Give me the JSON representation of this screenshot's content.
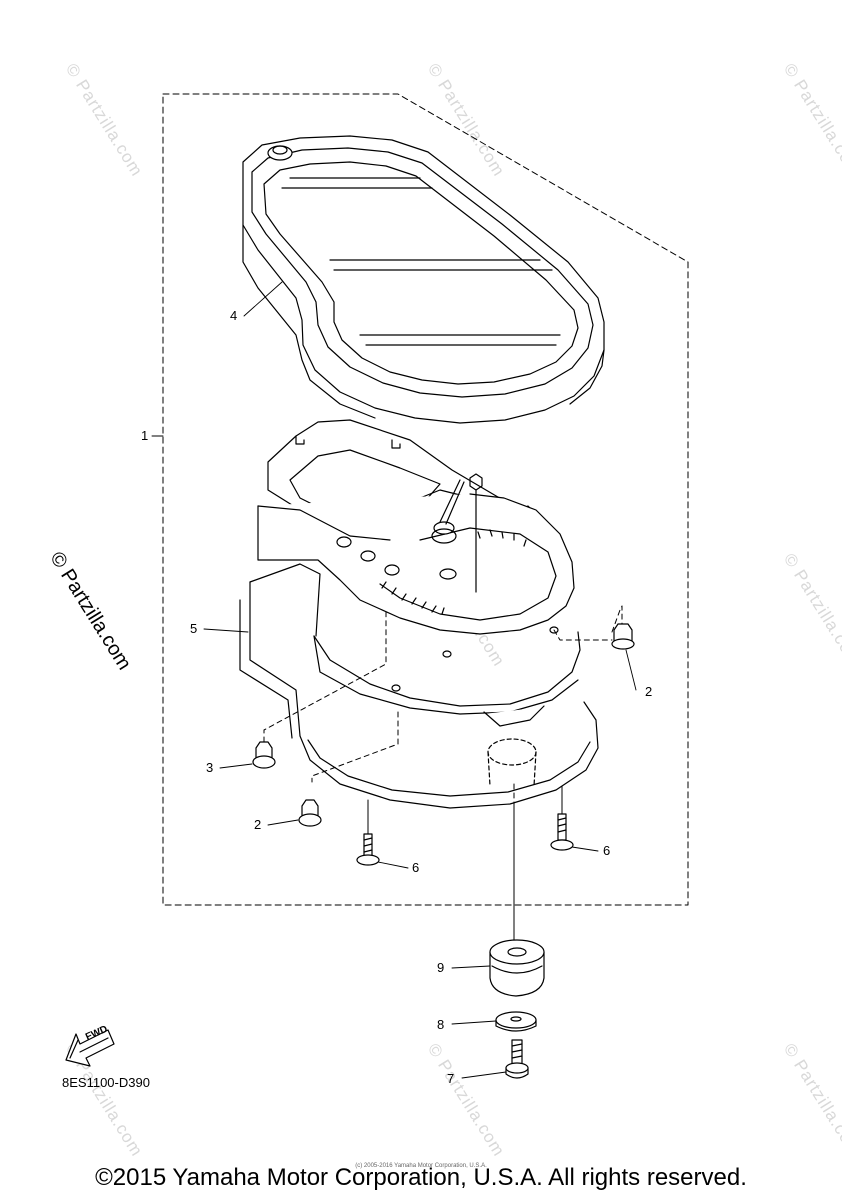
{
  "callouts": [
    {
      "id": "c1",
      "text": "1"
    },
    {
      "id": "c4",
      "text": "4"
    },
    {
      "id": "c5",
      "text": "5"
    },
    {
      "id": "c2a",
      "text": "2"
    },
    {
      "id": "c3",
      "text": "3"
    },
    {
      "id": "c2b",
      "text": "2"
    },
    {
      "id": "c6a",
      "text": "6"
    },
    {
      "id": "c6b",
      "text": "6"
    },
    {
      "id": "c9",
      "text": "9"
    },
    {
      "id": "c8",
      "text": "8"
    },
    {
      "id": "c7",
      "text": "7"
    }
  ],
  "fwd_label": "FWD",
  "diagram_code": "8ES1100-D390",
  "watermark": "© Partzilla.com",
  "small_copyright": "(c) 2005-2016 Yamaha Motor Corporation, U.S.A.",
  "copyright": "©2015 Yamaha Motor Corporation, U.S.A. All rights reserved."
}
